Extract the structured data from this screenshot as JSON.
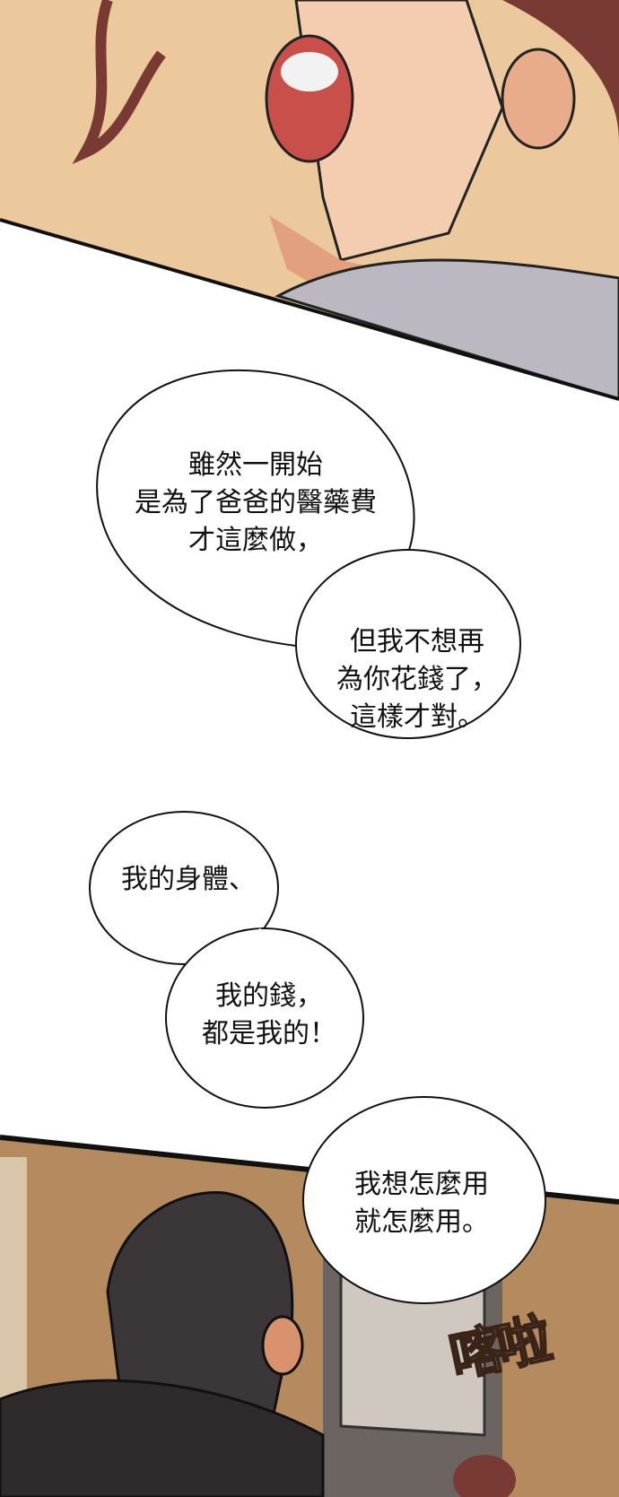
{
  "colors": {
    "skin": "#f3c6a4",
    "hair": "#7a3a34",
    "mouth": "#c9504a",
    "bg_top": "#e8c79a",
    "suit": "#2f2a2c",
    "room": "#b58a5e"
  },
  "bubbles": [
    {
      "lines": "雖然一開始\n是為了爸爸的醫藥費\n才這麼做，"
    },
    {
      "lines": "但我不想再\n為你花錢了，\n這樣才對。"
    },
    {
      "lines": "我的身體、"
    },
    {
      "lines": "我的錢，\n都是我的！"
    },
    {
      "lines": "我想怎麼用\n就怎麼用。"
    }
  ],
  "sfx": {
    "text": "喀啦"
  }
}
